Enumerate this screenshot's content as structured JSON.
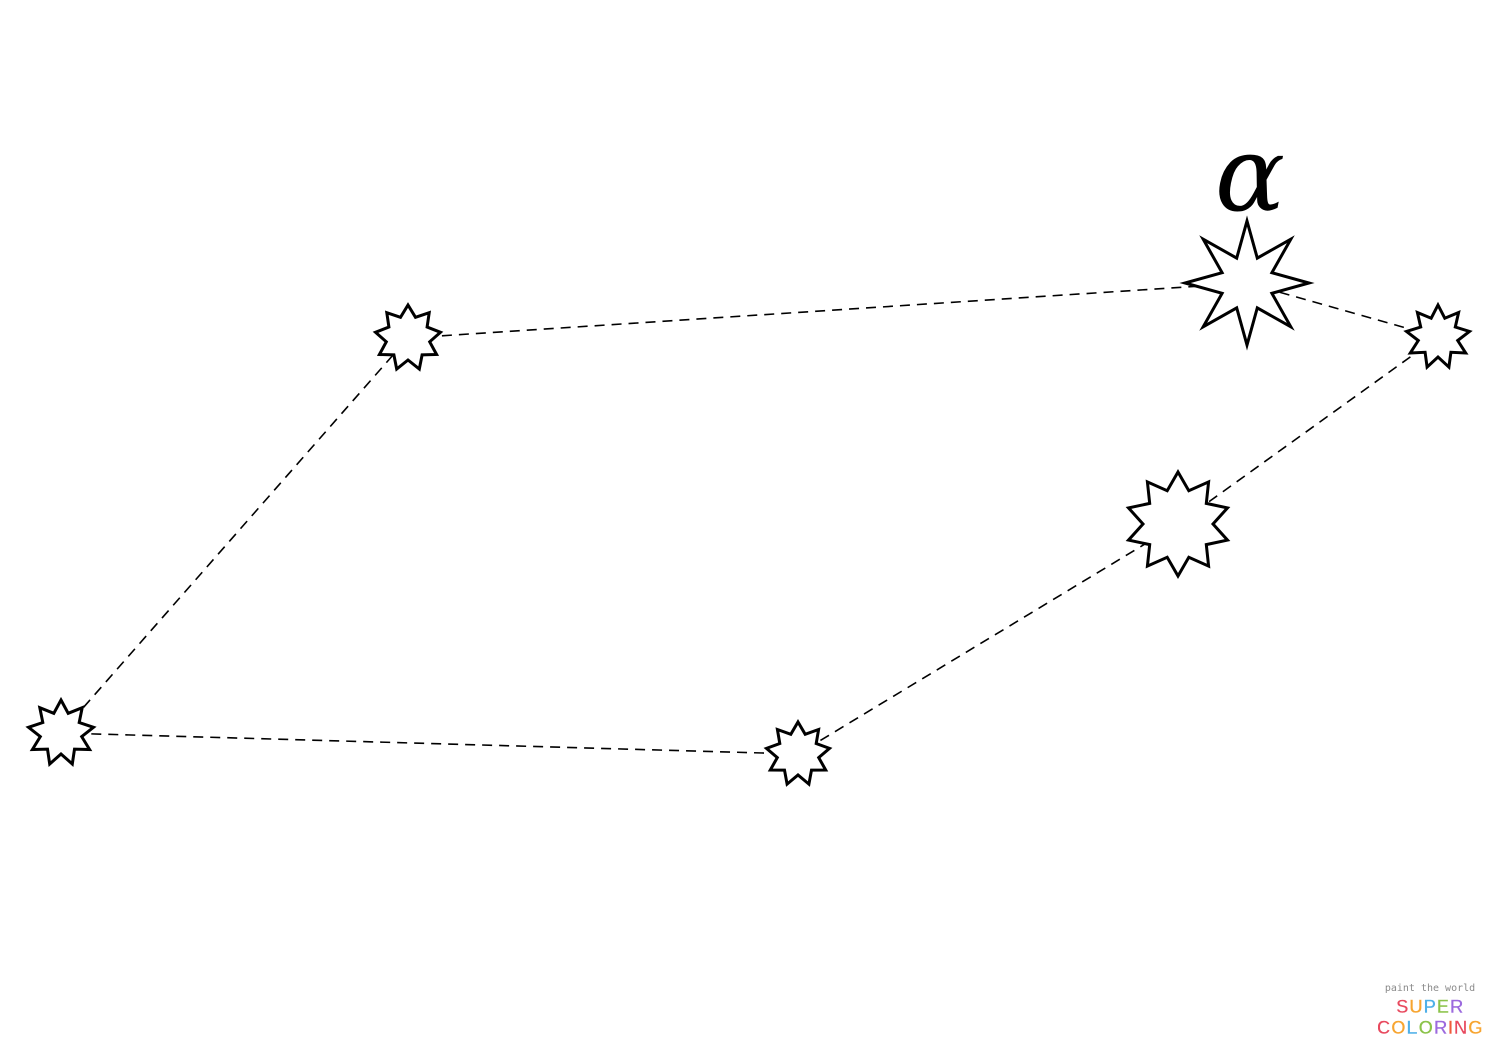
{
  "diagram": {
    "star_label": "α",
    "line_color": "#000000",
    "star_fill": "#ffffff",
    "star_stroke": "#000000",
    "stars": [
      {
        "id": "star-upper-left",
        "label": ""
      },
      {
        "id": "star-alpha",
        "label": "α"
      },
      {
        "id": "star-far-right",
        "label": ""
      },
      {
        "id": "star-right-middle",
        "label": ""
      },
      {
        "id": "star-bottom-middle",
        "label": ""
      },
      {
        "id": "star-far-left",
        "label": ""
      }
    ]
  },
  "watermark": {
    "tagline": "paint the world",
    "line1": "SUPER",
    "line2": "COLORING",
    "colors": [
      "#e84a5f",
      "#f7a531",
      "#4fb0e8",
      "#8bc34a",
      "#9c6ade",
      "#f15a3a"
    ]
  }
}
